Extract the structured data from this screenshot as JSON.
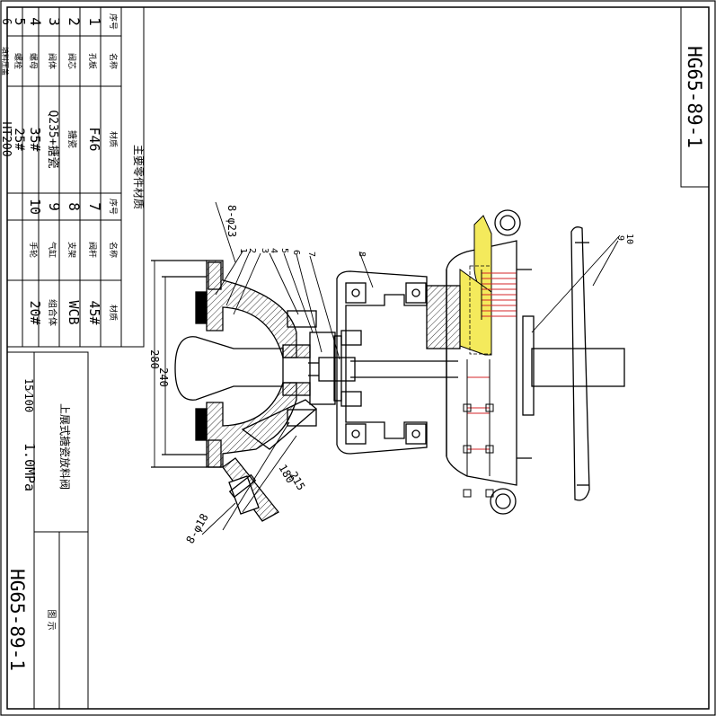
{
  "drawing_number": "HG65-89-1",
  "parts_table": {
    "title": "主要零件材质",
    "left_headers": {
      "index": "序号",
      "name": "名称",
      "material": "材质"
    },
    "right_headers": {
      "index": "序号",
      "name": "名称",
      "material": "材质"
    },
    "left_rows": [
      {
        "index": "1",
        "name": "孔板",
        "material": "F46"
      },
      {
        "index": "2",
        "name": "阀芯",
        "material": "搪瓷"
      },
      {
        "index": "3",
        "name": "阀体",
        "material": "Q235+搪瓷"
      },
      {
        "index": "4",
        "name": "螺母",
        "material": "35#"
      },
      {
        "index": "5",
        "name": "螺栓",
        "material": "25#"
      },
      {
        "index": "6",
        "name": "填料压盖",
        "material": "HT200"
      }
    ],
    "right_rows": [
      {
        "index": "7",
        "name": "阀杆",
        "material": "45#"
      },
      {
        "index": "8",
        "name": "支架",
        "material": "WCB"
      },
      {
        "index": "9",
        "name": "气缸",
        "material": "组合体"
      },
      {
        "index": "10",
        "name": "手轮",
        "material": "20#"
      }
    ]
  },
  "title_block": {
    "product_name": "上展式搪瓷放料阀",
    "spec": "1.0MPa",
    "spec_fraction": "15⁄100",
    "figure_label": "图 示"
  },
  "callouts": [
    "1",
    "2",
    "3",
    "4",
    "5",
    "6",
    "7",
    "8",
    "9",
    "10"
  ],
  "dimensions": {
    "flange_holes_top": "8-φ23",
    "flange_holes_bottom": "8-φ18",
    "dim_240": "240",
    "dim_280": "280",
    "dim_180": "180",
    "dim_215": "215"
  },
  "colors": {
    "line": "#000000",
    "highlight": "#f4ea5c",
    "spring": "#d6262a",
    "hatch": "#000000"
  }
}
